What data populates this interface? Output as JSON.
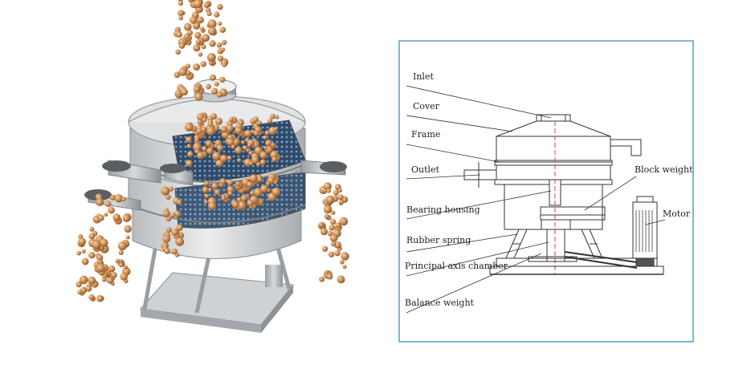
{
  "diagram": {
    "labels": {
      "inlet": "Inlet",
      "cover": "Cover",
      "frame": "Frame",
      "outlet": "Outlet",
      "block_weight": "Block weight",
      "bearing_housing": "Bearing housing",
      "motor": "Motor",
      "rubber_spring": "Rubber spring",
      "principal_axis_chamber": "Principal axis chamber",
      "balance_weight": "Balance weight"
    }
  },
  "colors": {
    "panel_border": "#7fb8cf",
    "machine_metal": "#d6d8da",
    "particle": "#c98a52",
    "screen_mesh": "#2f4a6a",
    "line": "#333333"
  }
}
